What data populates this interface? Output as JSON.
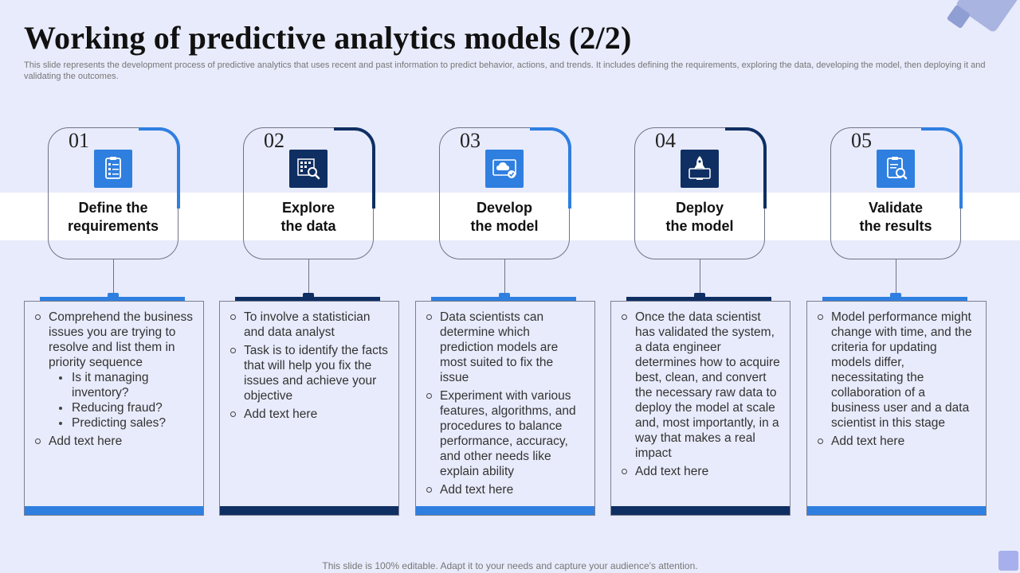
{
  "title": "Working of predictive analytics models (2/2)",
  "subtitle": "This slide represents the development process of predictive analytics that uses recent and past information to predict behavior, actions, and trends. It includes defining the requirements, exploring the data, developing the model, then deploying it and validating the outcomes.",
  "footer": "This slide is 100% editable. Adapt it to your needs and capture your audience's attention.",
  "colors": {
    "accent_light": "#2f7fe0",
    "accent_dark": "#0f2f63",
    "background": "#e8ebfb"
  },
  "steps": [
    {
      "number": "01",
      "label_line1": "Define the",
      "label_line2": "requirements",
      "icon": "clipboard-checklist-icon",
      "bullets": [
        {
          "text": "Comprehend the business issues you are trying to resolve and list them in priority sequence",
          "subs": [
            "Is it managing inventory?",
            "Reducing fraud?",
            "Predicting sales?"
          ]
        },
        {
          "text": "Add text here"
        }
      ]
    },
    {
      "number": "02",
      "label_line1": "Explore",
      "label_line2": "the data",
      "icon": "data-search-icon",
      "bullets": [
        {
          "text": "To involve a statistician and data analyst"
        },
        {
          "text": "Task is to identify the facts that will help you fix the issues and achieve your objective"
        },
        {
          "text": "Add text here"
        }
      ]
    },
    {
      "number": "03",
      "label_line1": "Develop",
      "label_line2": "the model",
      "icon": "cloud-monitor-check-icon",
      "bullets": [
        {
          "text": "Data scientists can determine which prediction models are most suited to fix the issue"
        },
        {
          "text": "Experiment with various features, algorithms, and procedures to balance performance, accuracy, and other needs like explain ability"
        },
        {
          "text": "Add text here"
        }
      ]
    },
    {
      "number": "04",
      "label_line1": "Deploy",
      "label_line2": "the model",
      "icon": "rocket-launch-monitor-icon",
      "bullets": [
        {
          "text": "Once the data scientist has validated the system, a data engineer determines how to acquire best, clean, and convert the necessary raw data to deploy the model at scale and, most importantly, in a way that makes a real impact"
        },
        {
          "text": "Add text here"
        }
      ]
    },
    {
      "number": "05",
      "label_line1": "Validate",
      "label_line2": "the results",
      "icon": "clipboard-magnifier-icon",
      "bullets": [
        {
          "text": "Model performance might change with time, and the criteria for updating models differ, necessitating the collaboration of a business user and a data scientist in this stage"
        },
        {
          "text": "Add text here"
        }
      ]
    }
  ]
}
